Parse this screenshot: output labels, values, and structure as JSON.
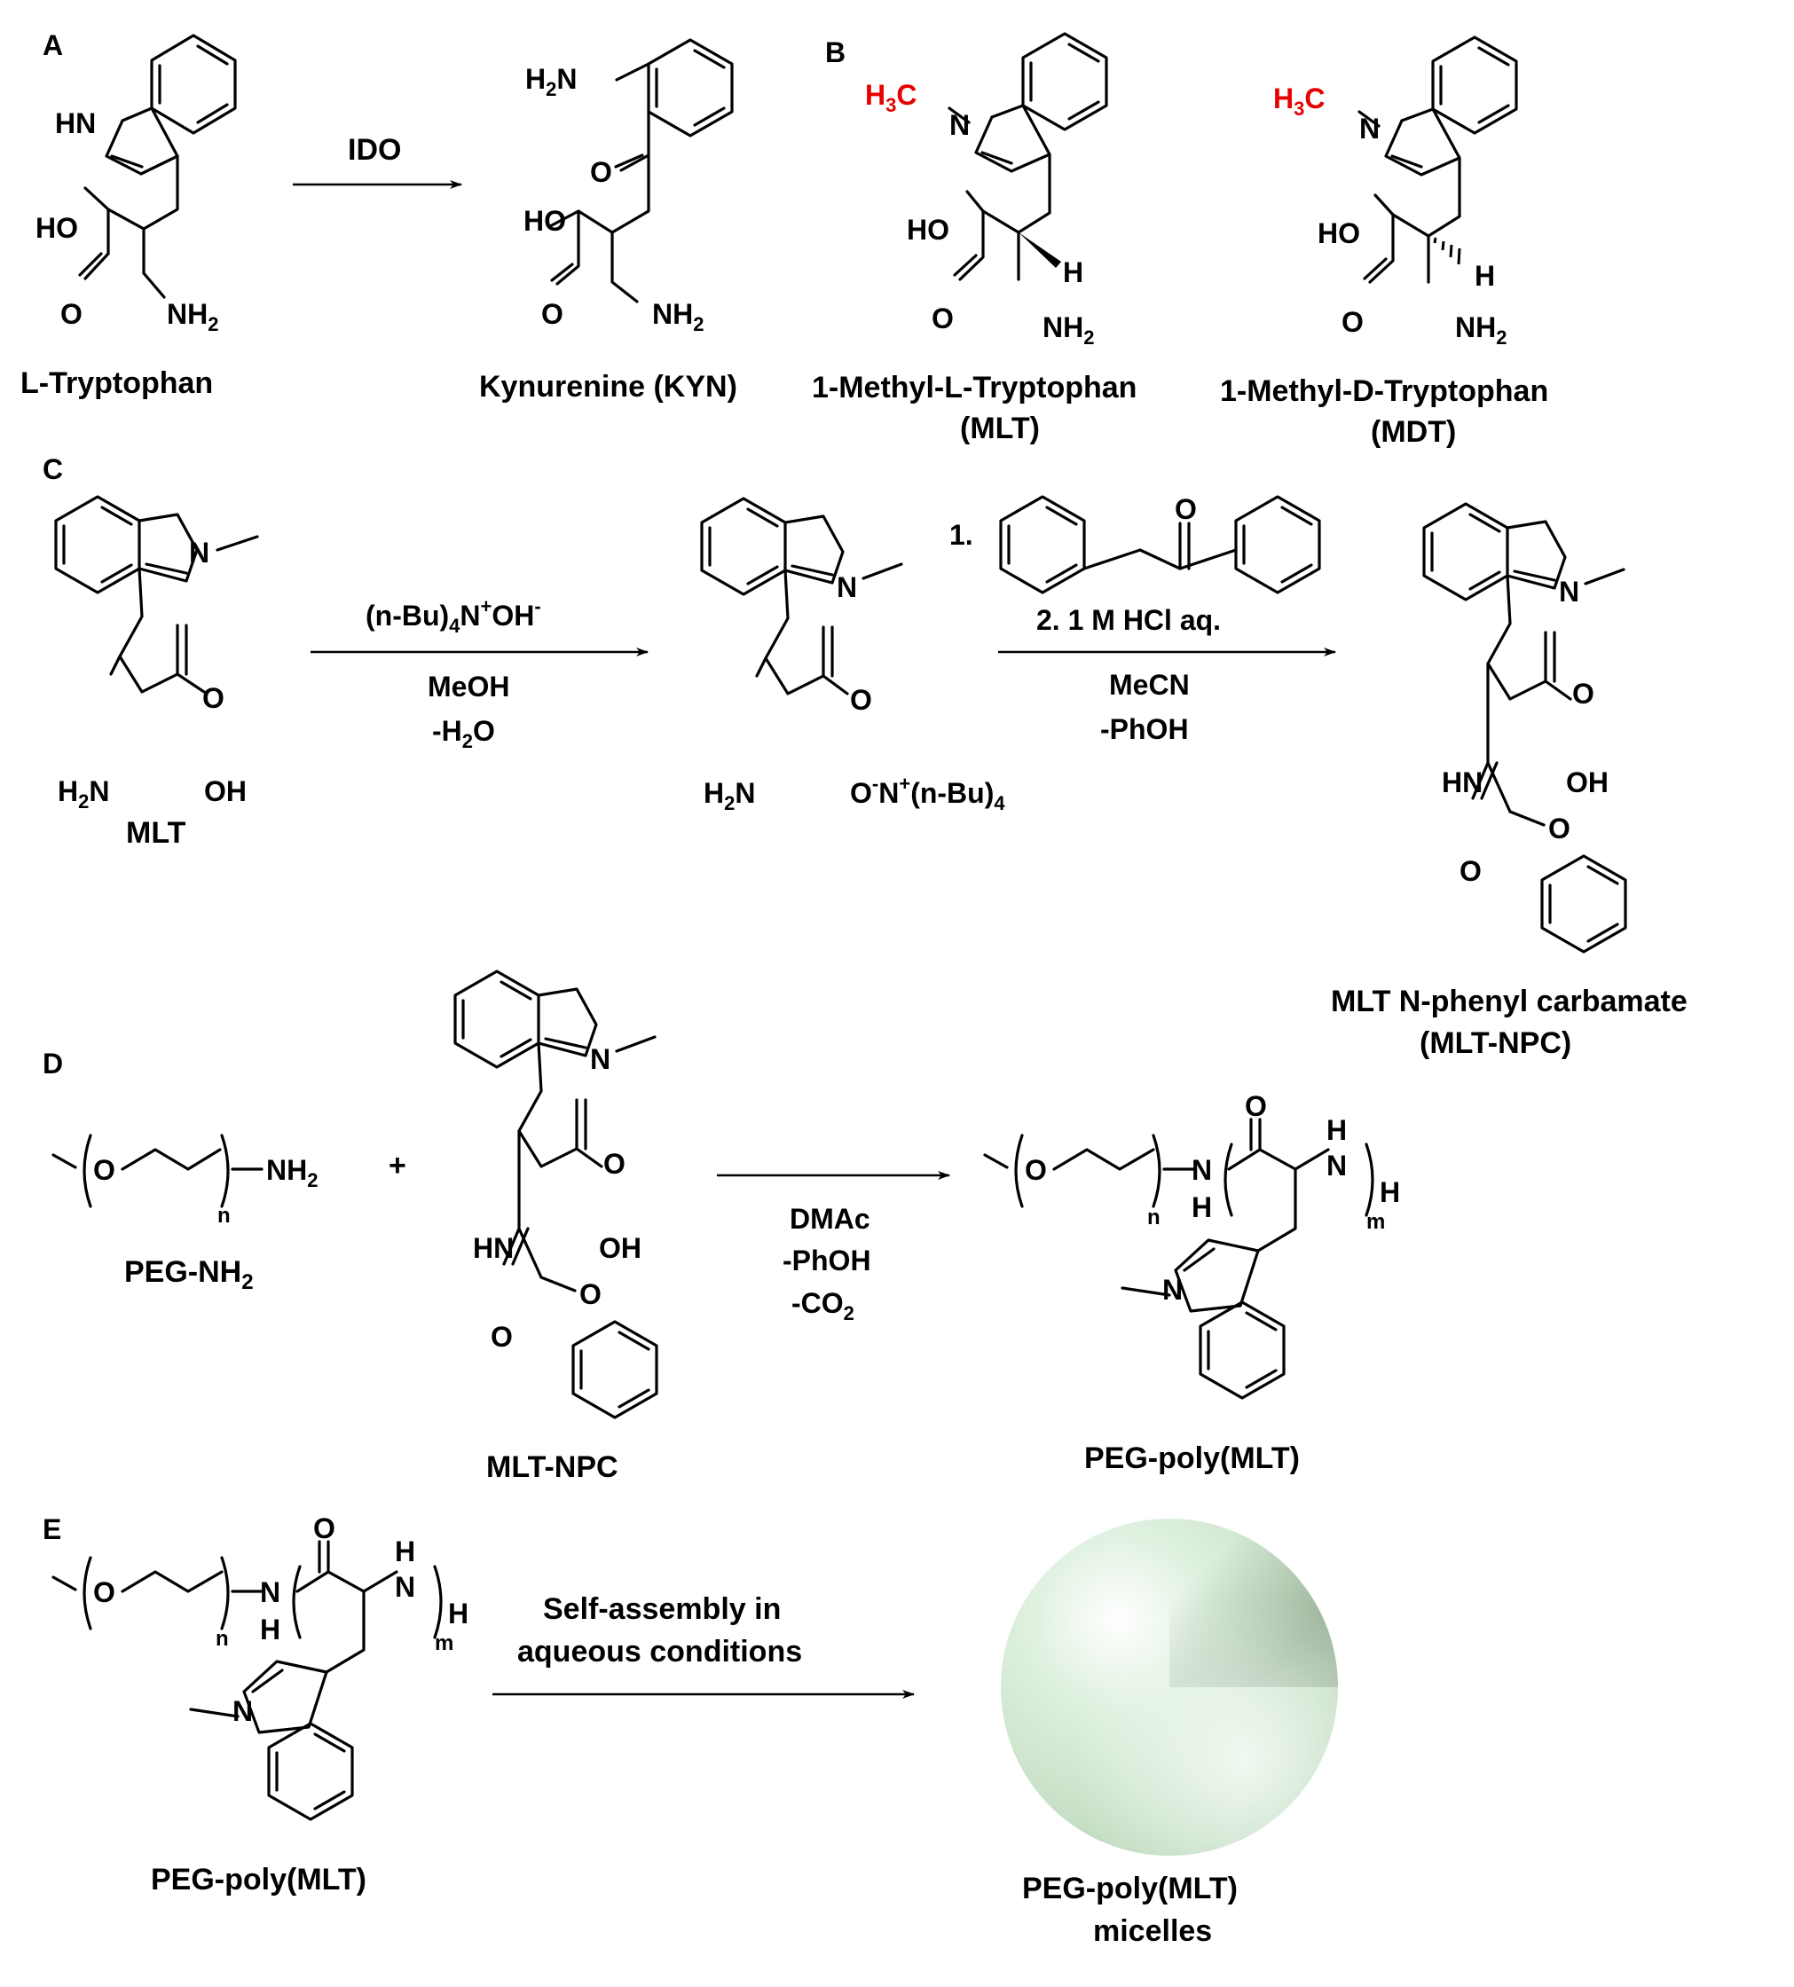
{
  "panels": {
    "a": "A",
    "b": "B",
    "c": "C",
    "d": "D",
    "e": "E"
  },
  "atoms": {
    "hn": "HN",
    "n": "N",
    "h": "H",
    "o": "O",
    "ho": "HO",
    "oh": "OH",
    "h2": "H",
    "n2": "N",
    "nh": "NH",
    "nh2_nh": "NH",
    "sub2": "2",
    "h3": "H",
    "c": "C",
    "sub3": "3",
    "plus": "+",
    "one": "1.",
    "n_sub": "n",
    "m_sub": "m"
  },
  "names": {
    "l_trp": "L-Tryptophan",
    "kyn": "Kynurenine (KYN)",
    "mlt_full": "1-Methyl-L-Tryptophan",
    "mlt_abbr": "(MLT)",
    "mdt_full": "1-Methyl-D-Tryptophan",
    "mdt_abbr": "(MDT)",
    "mlt": "MLT",
    "mlt_npc_full": "MLT N-phenyl carbamate",
    "mlt_npc_abbr": "(MLT-NPC)",
    "peg_nh2": "PEG-NH",
    "mlt_npc": "MLT-NPC",
    "peg_poly_mlt": "PEG-poly(MLT)",
    "peg_poly_mlt_2": "PEG-poly(MLT)",
    "micelles_l1": "PEG-poly(MLT)",
    "micelles_l2": "micelles"
  },
  "reagents": {
    "ido": "IDO",
    "c1_top_a": "(n-Bu)",
    "c1_top_b": "N",
    "c1_top_c": "OH",
    "c1_sup_plus": "+",
    "c1_sup_minus": "-",
    "c1_sub4": "4",
    "c1_mid": "MeOH",
    "c1_bot_a": "-H",
    "c1_bot_b": "O",
    "c2_step2": "2. 1 M HCl aq.",
    "c2_mid": "MeCN",
    "c2_bot": "-PhOH",
    "d_top": "DMAc",
    "d_mid": "-PhOH",
    "d_bot": "-CO",
    "e_top": "Self-assembly in",
    "e_bot": "aqueous conditions",
    "o_minus_a": "O",
    "o_minus_b": "N",
    "o_minus_c": "(n-Bu)"
  },
  "colors": {
    "highlight": "#e60000",
    "micelle_light": "#eef8ee",
    "micelle_mid": "#bfe0bf",
    "micelle_dark": "#a6bba6"
  }
}
